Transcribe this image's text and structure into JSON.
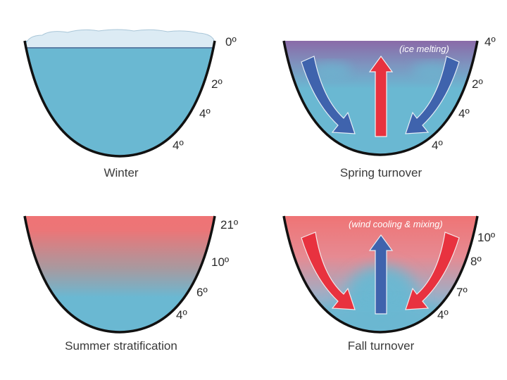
{
  "panels": {
    "winter": {
      "caption": "Winter",
      "temps": [
        "0º",
        "2º",
        "4º",
        "4º"
      ]
    },
    "spring": {
      "caption": "Spring turnover",
      "note": "(ice melting)",
      "temps": [
        "4º",
        "2º",
        "4º",
        "4º"
      ]
    },
    "summer": {
      "caption": "Summer stratification",
      "temps": [
        "21º",
        "10º",
        "6º",
        "4º"
      ]
    },
    "fall": {
      "caption": "Fall turnover",
      "note": "(wind cooling & mixing)",
      "temps": [
        "10º",
        "8º",
        "7º",
        "4º"
      ]
    }
  },
  "colors": {
    "cold_water": "#6ab8d2",
    "warm_water": "#ef7475",
    "ice": "#d8e8f2",
    "spring_surface": "#8a6aa8",
    "blue_arrow": "#3f63ad",
    "red_arrow": "#e8323f",
    "basin_outline": "#111111"
  }
}
